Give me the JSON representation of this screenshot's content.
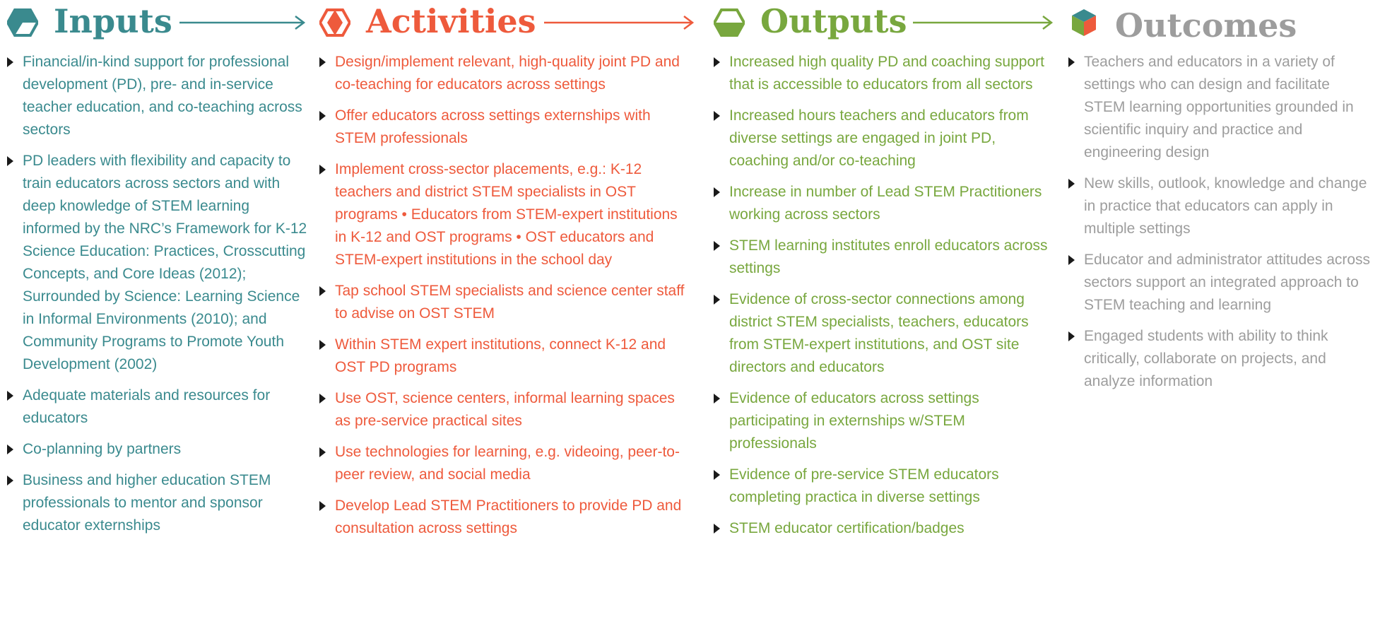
{
  "colors": {
    "inputs": "#3a8a8e",
    "activities": "#ee5a3c",
    "outputs": "#78a73e",
    "outcomes": "#9d9d9d",
    "bullet": "#1a1a1a"
  },
  "columns": [
    {
      "title": "Inputs",
      "icon": "hexagon-half-icon",
      "items": [
        "Financial/in-kind support for professional development (PD), pre- and in-service teacher education, and co-teaching across sectors",
        "PD leaders with flexibility and capacity to train educators across sectors and with deep knowledge of STEM learning informed by the NRC’s Framework for K-12 Science Education: Practices, Crosscutting Concepts, and Core Ideas (2012); Surrounded by Science: Learning Science in Informal Environments (2010); and Community Programs to Promote Youth Development (2002)",
        "Adequate materials and resources for educators",
        "Co-planning by partners",
        "Business and higher education STEM professionals to mentor and sponsor educator externships"
      ]
    },
    {
      "title": "Activities",
      "icon": "hexagon-diamond-icon",
      "items": [
        "Design/implement relevant, high-quality joint PD and co-teaching for educators across settings",
        "Offer educators across settings externships with STEM professionals",
        "Implement cross-sector placements, e.g.: K-12 teachers and district STEM specialists in OST programs • Educators from STEM-expert institutions in K-12 and OST programs • OST educators and STEM-expert institutions in the school day",
        "Tap school STEM specialists and science center staff to advise on OST STEM",
        "Within STEM expert institutions, connect K-12 and OST PD programs",
        "Use OST, science centers, informal learning spaces as pre-service practical sites",
        "Use technologies for learning, e.g. videoing, peer-to-peer review, and social media",
        "Develop Lead STEM Practitioners to provide PD and consultation across settings"
      ]
    },
    {
      "title": "Outputs",
      "icon": "hexagon-lower-half-icon",
      "items": [
        "Increased high quality PD and coaching support that is accessible to educators from all sectors",
        "Increased hours teachers and educators from diverse settings are engaged in joint PD, coaching and/or co-teaching",
        "Increase in number of Lead STEM Practitioners working across sectors",
        "STEM learning institutes enroll educators across settings",
        "Evidence of cross-sector connections among district STEM specialists, teachers, educators from STEM-expert institutions, and OST site directors and educators",
        "Evidence of educators across settings participating in externships w/STEM professionals",
        "Evidence of pre-service STEM educators completing practica in diverse settings",
        "STEM educator certification/badges"
      ]
    },
    {
      "title": "Outcomes",
      "icon": "cube-icon",
      "items": [
        "Teachers and educators in a variety of settings who can design and facilitate STEM learning opportunities grounded in scientific inquiry and practice and engineering design",
        "New skills, outlook, knowledge and change in practice that educators can apply in multiple settings",
        "Educator and administrator attitudes across sectors support an integrated approach to STEM teaching and learning",
        "Engaged students with ability to think critically, collaborate on projects, and analyze information"
      ]
    }
  ]
}
